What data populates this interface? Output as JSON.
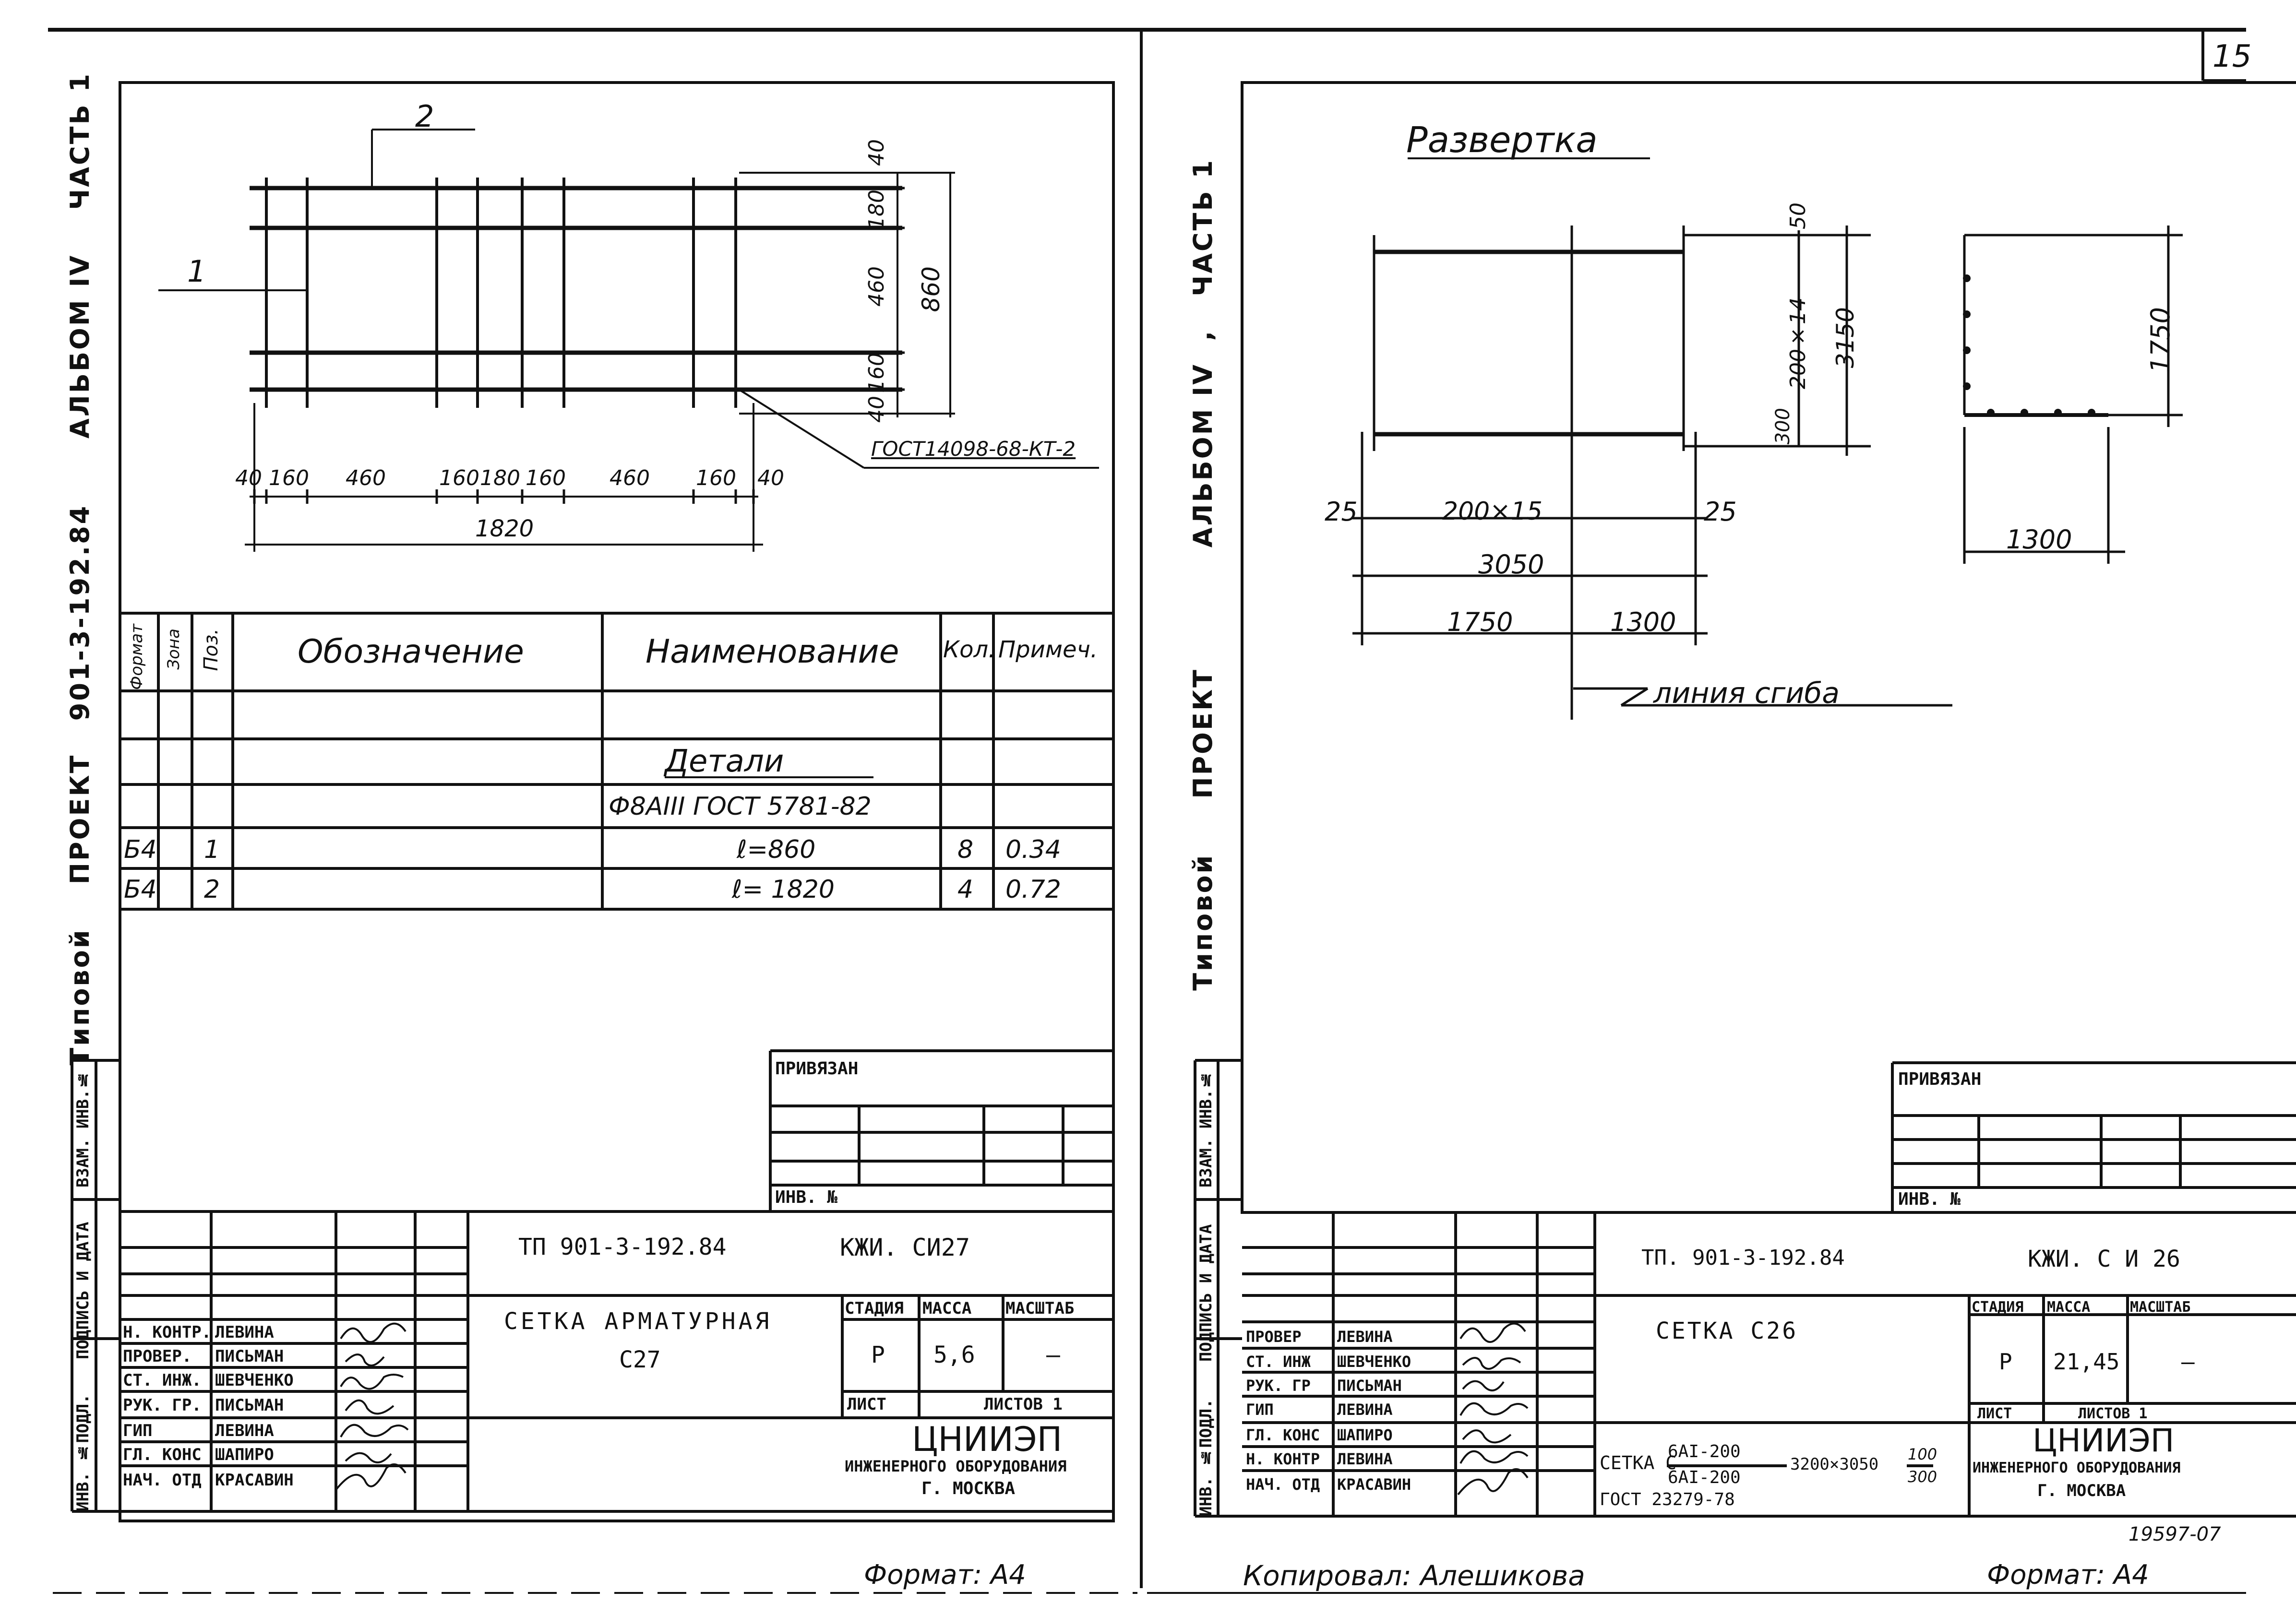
{
  "page_number": "15",
  "left": {
    "side_title": {
      "prefix": "Типовой",
      "project_label": "ПРОЕКТ",
      "project_no": "901-3-192.84",
      "album": "АЛЬБОМ IV",
      "part": "ЧАСТЬ 1"
    },
    "drawing": {
      "callout_1": "1",
      "callout_2": "2",
      "gost_leader": "ГОСТ14098-68-КТ-2",
      "vdims": [
        "40",
        "180",
        "460",
        "160",
        "40",
        "860"
      ],
      "hdims": [
        "40",
        "160",
        "460",
        "160",
        "180",
        "160",
        "460",
        "160",
        "40"
      ],
      "total": "1820"
    },
    "spec": {
      "head": {
        "format": "Формат",
        "zone": "Зона",
        "pos": "Поз.",
        "designation": "Обозначение",
        "name": "Наименование",
        "qty": "Кол.",
        "note": "Примеч."
      },
      "details_title": "Детали",
      "material": "Ф8АIII ГОСТ 5781-82",
      "rows": [
        {
          "format": "Б4",
          "pos": "1",
          "name": "ℓ=860",
          "qty": "8",
          "note": "0.34"
        },
        {
          "format": "Б4",
          "pos": "2",
          "name": "ℓ= 1820",
          "qty": "4",
          "note": "0.72"
        }
      ]
    },
    "stamp": {
      "privyazan": "ПРИВЯЗАН",
      "inv_no": "ИНВ. №",
      "side_labels": [
        "ИНВ. №ПОДЛ.",
        "ПОДПИСЬ И ДАТА",
        "ВЗАМ. ИНВ.№"
      ],
      "code": "ТП 901-3-192.84",
      "sheet_code": "КЖИ. СИ27",
      "title": "СЕТКА АРМАТУРНАЯ",
      "subtitle": "С27",
      "stage_h": "СТАДИЯ",
      "mass_h": "МАССА",
      "scale_h": "МАСШТАБ",
      "stage": "Р",
      "mass": "5,6",
      "scale": "–",
      "list_h": "ЛИСТ",
      "lists_h": "ЛИСТОВ 1",
      "org": "ЦНИИЭП",
      "org_sub": "ИНЖЕНЕРНОГО ОБОРУДОВАНИЯ",
      "city": "Г. МОСКВА",
      "people": [
        {
          "role": "Н. КОНТР.",
          "name": "ЛЕВИНА"
        },
        {
          "role": "ПРОВЕР.",
          "name": "ПИСЬМАН"
        },
        {
          "role": "СТ. ИНЖ.",
          "name": "ШЕВЧЕНКО"
        },
        {
          "role": "РУК. ГР.",
          "name": "ПИСЬМАН"
        },
        {
          "role": "ГИП",
          "name": "ЛЕВИНА"
        },
        {
          "role": "ГЛ. КОНС",
          "name": "ШАПИРО"
        },
        {
          "role": "НАЧ. ОТД",
          "name": "КРАСАВИН"
        }
      ]
    },
    "format": "Формат: А4"
  },
  "right": {
    "side_title": {
      "prefix": "Типовой",
      "project_label": "ПРОЕКТ",
      "album": "АЛЬБОМ IV",
      "part": "ЧАСТЬ 1"
    },
    "drawing": {
      "title": "Развертка",
      "d50": "50",
      "d200x14": "200×14",
      "d3150": "3150",
      "d300": "300",
      "d25a": "25",
      "d200x15": "200×15",
      "d25b": "25",
      "d3050": "3050",
      "d1750": "1750",
      "d1300": "1300",
      "fold_line": "линия сгиба",
      "side_1750": "1750",
      "side_1300": "1300"
    },
    "stamp": {
      "privyazan": "ПРИВЯЗАН",
      "inv_no": "ИНВ. №",
      "side_labels": [
        "ИНВ. №ПОДЛ.",
        "ПОДПИСЬ И ДАТА",
        "ВЗАМ. ИНВ.№"
      ],
      "code": "ТП. 901-3-192.84",
      "sheet_code": "КЖИ. С И 26",
      "title": "СЕТКА С26",
      "mesh_prefix": "СЕТКА С",
      "mesh_top": "6АI-200",
      "mesh_bottom": "6АI-200",
      "mesh_size": "3200×3050",
      "mesh_frac_top": "100",
      "mesh_frac_bottom": "300",
      "mesh_gost": "ГОСТ 23279-78",
      "stage_h": "СТАДИЯ",
      "mass_h": "МАССА",
      "scale_h": "МАСШТАБ",
      "stage": "Р",
      "mass": "21,45",
      "scale": "–",
      "list_h": "ЛИСТ",
      "lists_h": "ЛИСТОВ 1",
      "org": "ЦНИИЭП",
      "org_sub": "ИНЖЕНЕРНОГО ОБОРУДОВАНИЯ",
      "city": "Г. МОСКВА",
      "people": [
        {
          "role": "ПРОВЕР",
          "name": "ЛЕВИНА"
        },
        {
          "role": "СТ. ИНЖ",
          "name": "ШЕВЧЕНКО"
        },
        {
          "role": "РУК. ГР",
          "name": "ПИСЬМАН"
        },
        {
          "role": "ГИП",
          "name": "ЛЕВИНА"
        },
        {
          "role": "ГЛ. КОНС",
          "name": "ШАПИРО"
        },
        {
          "role": "Н. КОНТР",
          "name": "ЛЕВИНА"
        },
        {
          "role": "НАЧ. ОТД",
          "name": "КРАСАВИН"
        }
      ]
    },
    "copied_by": "Копировал: Алешикова",
    "archive_no": "19597-07",
    "format": "Формат: А4"
  }
}
